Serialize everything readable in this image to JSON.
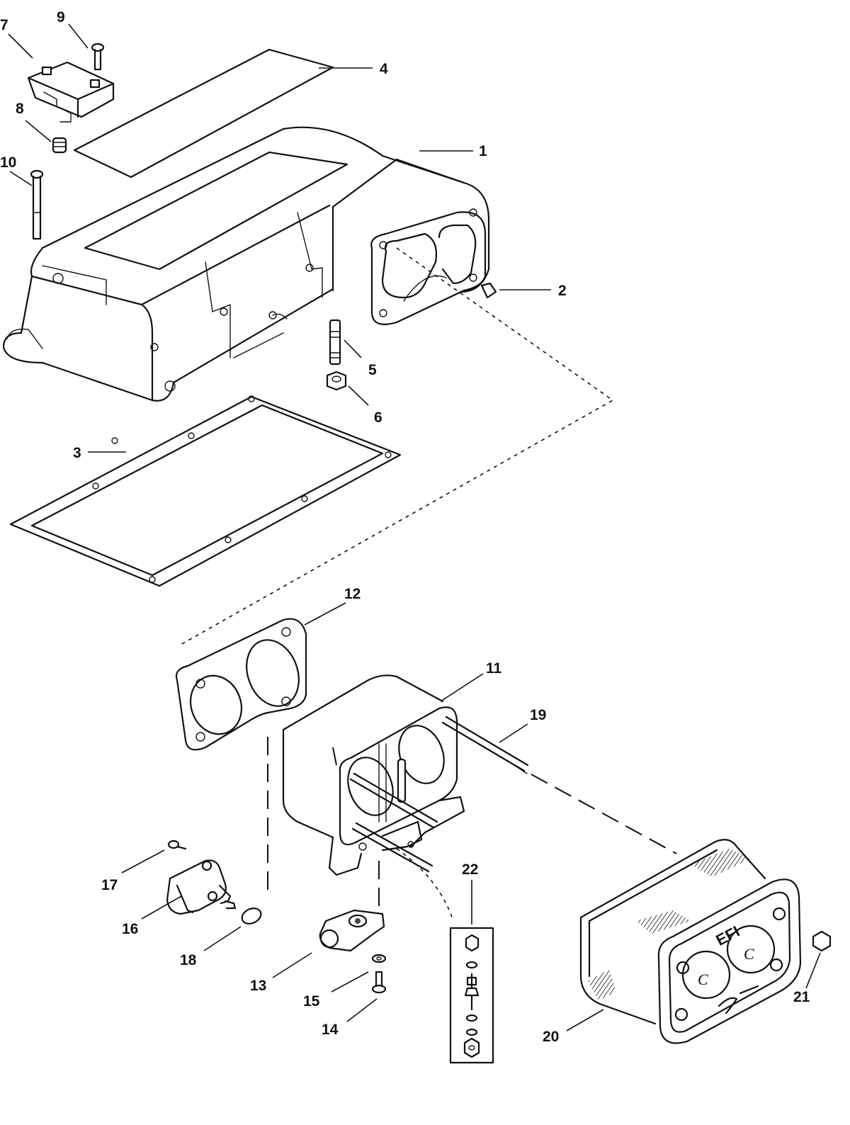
{
  "diagram": {
    "callouts": [
      {
        "id": "c1",
        "label": "1"
      },
      {
        "id": "c2",
        "label": "2"
      },
      {
        "id": "c3",
        "label": "3"
      },
      {
        "id": "c4",
        "label": "4"
      },
      {
        "id": "c5",
        "label": "5"
      },
      {
        "id": "c6",
        "label": "6"
      },
      {
        "id": "c7",
        "label": "7"
      },
      {
        "id": "c8",
        "label": "8"
      },
      {
        "id": "c9",
        "label": "9"
      },
      {
        "id": "c10",
        "label": "10"
      },
      {
        "id": "c11",
        "label": "11"
      },
      {
        "id": "c12",
        "label": "12"
      },
      {
        "id": "c13",
        "label": "13"
      },
      {
        "id": "c14",
        "label": "14"
      },
      {
        "id": "c15",
        "label": "15"
      },
      {
        "id": "c16",
        "label": "16"
      },
      {
        "id": "c17",
        "label": "17"
      },
      {
        "id": "c18",
        "label": "18"
      },
      {
        "id": "c19",
        "label": "19"
      },
      {
        "id": "c20",
        "label": "20"
      },
      {
        "id": "c21",
        "label": "21"
      },
      {
        "id": "c22",
        "label": "22"
      }
    ],
    "cover_marking": "EFI",
    "cap_mark": "C"
  }
}
